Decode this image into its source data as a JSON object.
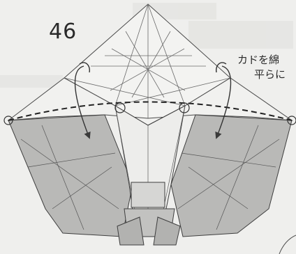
{
  "step": {
    "number": "46"
  },
  "instruction": {
    "line1": "カドを綿",
    "line2": "平らに"
  },
  "colors": {
    "paper_shaded": "#b9b9b7",
    "paper_light": "#e4e4e2",
    "line": "#4a4a4a",
    "background": "#efefed"
  },
  "icons": [
    "pivot-circle-icon",
    "curved-fold-arrow-icon",
    "valley-fold-dashed-line"
  ]
}
